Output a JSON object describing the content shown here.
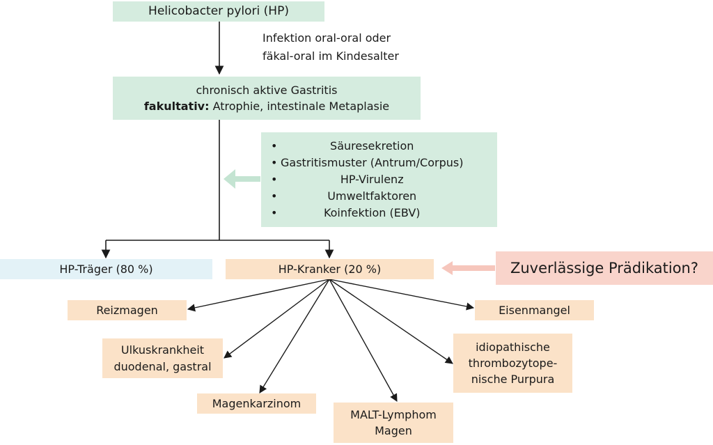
{
  "root": {
    "label": "Helicobacter pylori (HP)"
  },
  "infection_note": {
    "line1": "Infektion oral-oral oder",
    "line2": "fäkal-oral im Kindesalter"
  },
  "gastritis": {
    "line1": "chronisch aktive Gastritis",
    "fakultativ_label": "fakultativ:",
    "fakultativ_text": " Atrophie, intestinale Metaplasie"
  },
  "factors": {
    "items": [
      "Säuresekretion",
      "Gastritismuster (Antrum/Corpus)",
      "HP-Virulenz",
      "Umweltfaktoren",
      "Koinfektion (EBV)"
    ]
  },
  "carrier": {
    "label": "HP-Träger (80 %)"
  },
  "patient": {
    "label": "HP-Kranker (20 %)"
  },
  "prediction": {
    "label": "Zuverlässige Prädikation?"
  },
  "outcomes": {
    "reizmagen": "Reizmagen",
    "ulkus_line1": "Ulkuskrankheit",
    "ulkus_line2": "duodenal, gastral",
    "karzinom": "Magenkarzinom",
    "malt_line1": "MALT-Lymphom",
    "malt_line2": "Magen",
    "itp_line1": "idiopathische",
    "itp_line2": "thrombozytope-",
    "itp_line3": "nische Purpura",
    "eisenmangel": "Eisenmangel"
  },
  "colors": {
    "green_box": "#d5ecdf",
    "peach_box": "#fbe2c8",
    "blue_box": "#e3f2f7",
    "pink_box": "#f9d4cb",
    "green_arrow": "#c4e4d2",
    "pink_arrow": "#f6c6bc",
    "line": "#1a1a1a"
  }
}
